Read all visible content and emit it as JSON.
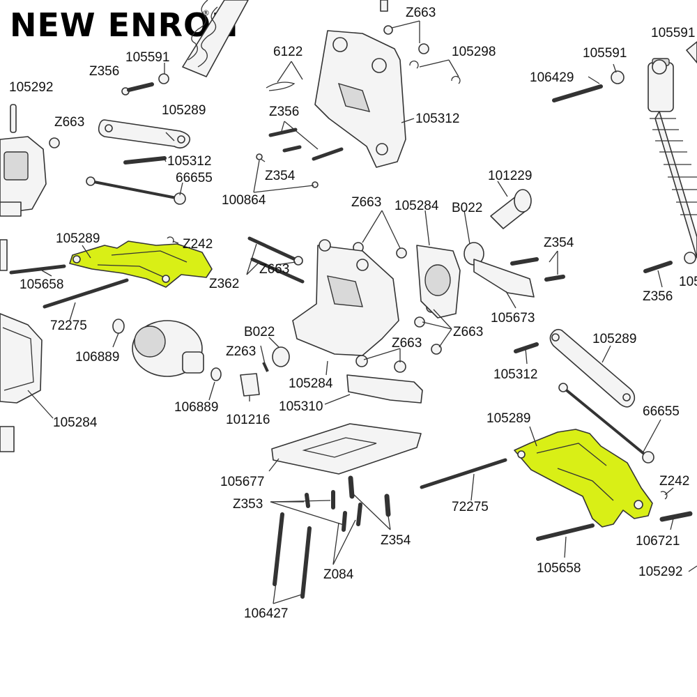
{
  "brand": {
    "name": "NEW ENRON",
    "mark": "®"
  },
  "colors": {
    "highlight": "#d9ef16",
    "line": "#333333",
    "part_fill": "#f4f4f4"
  },
  "labels": {
    "l_105591_a": "105591",
    "l_z356_a": "Z356",
    "l_105292_a": "105292",
    "l_z663_a": "Z663",
    "l_105289_top": "105289",
    "l_105312_a": "105312",
    "l_66655_a": "66655",
    "l_z242_a": "Z242",
    "l_105289_left": "105289",
    "l_105658_a": "105658",
    "l_72275_a": "72275",
    "l_106889_a": "106889",
    "l_106889_b": "106889",
    "l_105284_left": "105284",
    "l_6122": "6122",
    "l_z356_b": "Z356",
    "l_z354_a": "Z354",
    "l_100864": "100864",
    "l_z663_top": "Z663",
    "l_105298": "105298",
    "l_105312_top": "105312",
    "l_105591_b": "105591",
    "l_106429": "106429",
    "l_105591_c": "105591",
    "l_z663_mid": "Z663",
    "l_105284_mid": "105284",
    "l_b022_a": "B022",
    "l_101229": "101229",
    "l_z663_b": "Z663",
    "l_z362": "Z362",
    "l_z354_b": "Z354",
    "l_105673": "105673",
    "l_z356_c": "Z356",
    "l_105_right": "105",
    "l_b022_b": "B022",
    "l_z263": "Z263",
    "l_z663_c": "Z663",
    "l_z663_d": "Z663",
    "l_105284_c": "105284",
    "l_105310": "105310",
    "l_101216": "101216",
    "l_105289_right": "105289",
    "l_105312_b": "105312",
    "l_105289_b": "105289",
    "l_66655_b": "66655",
    "l_105677": "105677",
    "l_z353": "Z353",
    "l_72275_b": "72275",
    "l_z354_c": "Z354",
    "l_z084": "Z084",
    "l_106427": "106427",
    "l_z242_b": "Z242",
    "l_106721": "106721",
    "l_105658_b": "105658",
    "l_105292_b": "105292"
  }
}
